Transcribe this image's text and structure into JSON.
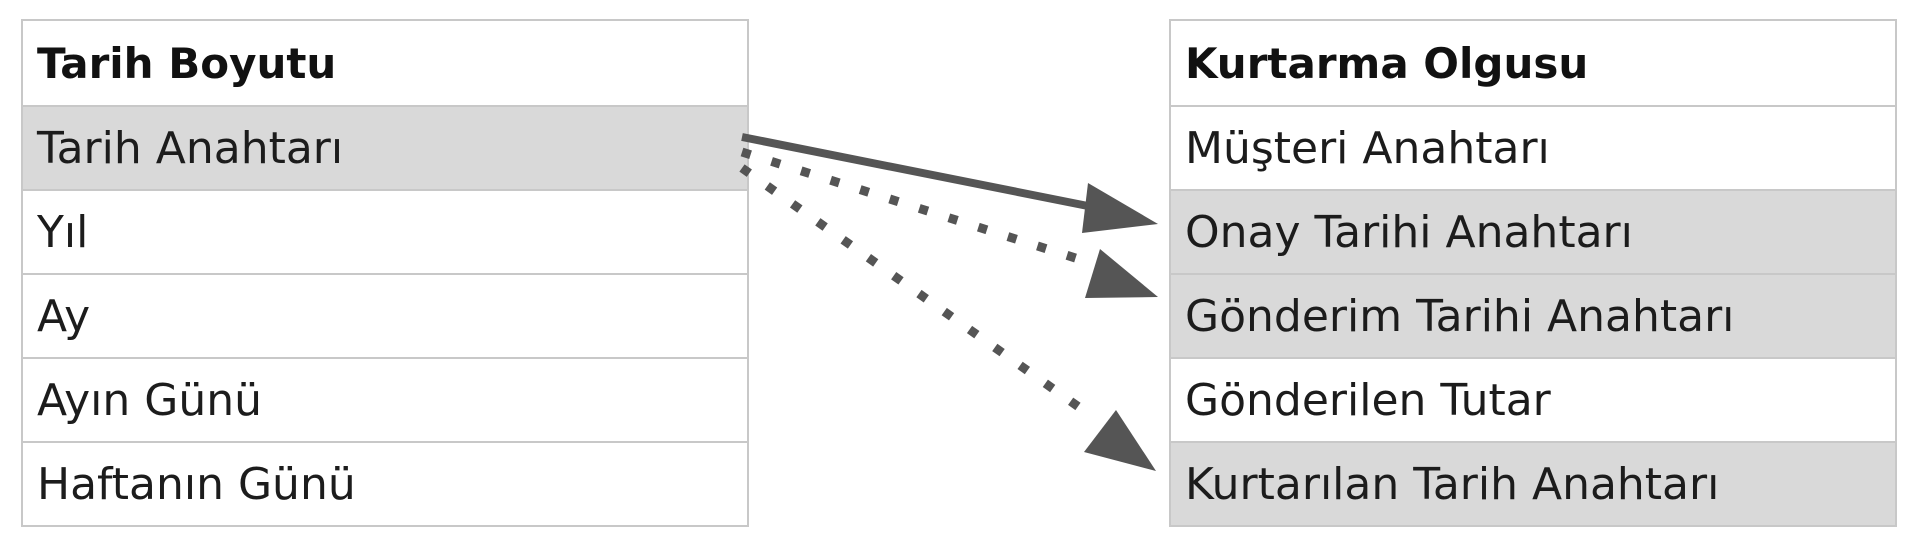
{
  "colors": {
    "highlight_row": "#d9d9d9",
    "border": "#c8c8c8",
    "arrow": "#555555"
  },
  "left_table": {
    "title": "Tarih Boyutu",
    "rows": [
      {
        "label": "Tarih Anahtarı",
        "highlighted": true
      },
      {
        "label": "Yıl",
        "highlighted": false
      },
      {
        "label": "Ay",
        "highlighted": false
      },
      {
        "label": "Ayın Günü",
        "highlighted": false
      },
      {
        "label": "Haftanın Günü",
        "highlighted": false
      }
    ]
  },
  "right_table": {
    "title": "Kurtarma Olgusu",
    "rows": [
      {
        "label": "Müşteri Anahtarı",
        "highlighted": false
      },
      {
        "label": "Onay Tarihi Anahtarı",
        "highlighted": true
      },
      {
        "label": "Gönderim Tarihi Anahtarı",
        "highlighted": true
      },
      {
        "label": "Gönderilen Tutar",
        "highlighted": false
      },
      {
        "label": "Kurtarılan Tarih Anahtarı",
        "highlighted": true
      }
    ]
  },
  "relationships": [
    {
      "from": "Tarih Anahtarı",
      "to": "Onay Tarihi Anahtarı",
      "style": "solid"
    },
    {
      "from": "Tarih Anahtarı",
      "to": "Gönderim Tarihi Anahtarı",
      "style": "dotted"
    },
    {
      "from": "Tarih Anahtarı",
      "to": "Kurtarılan Tarih Anahtarı",
      "style": "dotted"
    }
  ]
}
